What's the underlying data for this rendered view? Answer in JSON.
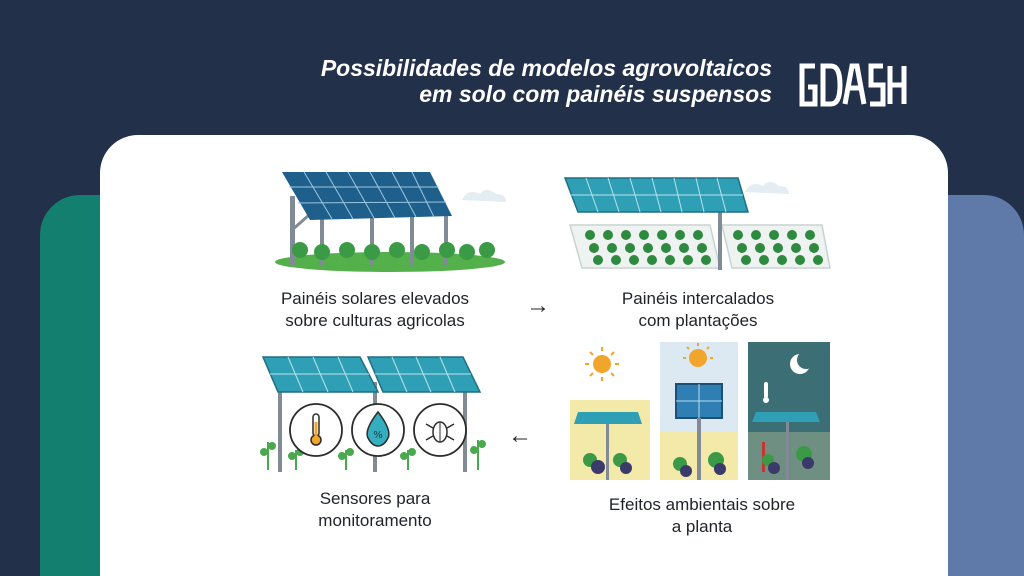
{
  "header": {
    "title_line1": "Possibilidades de modelos agrovoltaicos",
    "title_line2": "em solo com painéis suspensos"
  },
  "brand": {
    "logo_text": "GDASH"
  },
  "steps": [
    {
      "line1": "Painéis solares elevados",
      "line2": "sobre culturas agricolas"
    },
    {
      "line1": "Painéis intercalados",
      "line2": "com plantações"
    },
    {
      "line1": "Efeitos ambientais sobre",
      "line2": "a planta"
    },
    {
      "line1": "Sensores para",
      "line2": "monitoramento"
    }
  ],
  "arrows": {
    "right": "→",
    "left": "←"
  },
  "sensor_icons": [
    "thermometer-icon",
    "humidity-drop-icon",
    "bug-icon"
  ],
  "colors": {
    "background": "#223049",
    "accent_green": "#13806f",
    "accent_blue": "#5f7aa8",
    "panel": "#2f8fa5",
    "plant": "#3a9a46",
    "sun": "#f2a52b"
  }
}
